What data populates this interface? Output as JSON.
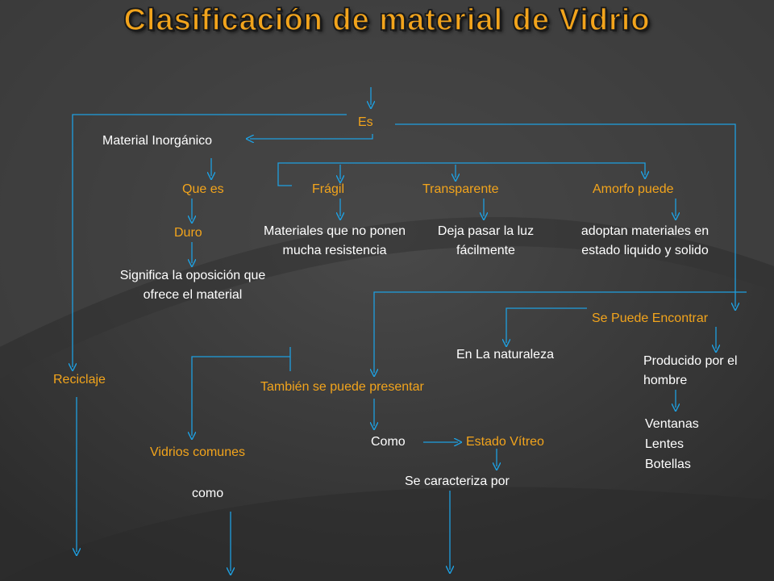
{
  "title": "Clasificación de material de Vidrio",
  "colors": {
    "accent": "#f2a41c",
    "text": "#ffffff",
    "connector": "#1e9fe0",
    "background": "#3a3a3a"
  },
  "nodes": {
    "es": "Es",
    "material_inorganico": "Material Inorgánico",
    "que_es": "Que es",
    "fragil": "Frágil",
    "transparente": "Transparente",
    "amorfo": "Amorfo puede",
    "duro": "Duro",
    "fragil_desc": "Materiales que no ponen mucha resistencia",
    "transparente_desc": "Deja pasar la luz fácilmente",
    "amorfo_desc": "adoptan materiales en estado liquido y solido",
    "duro_desc": "Significa la oposición que ofrece el  material",
    "se_puede_encontrar": "Se Puede Encontrar",
    "naturaleza": "En La naturaleza",
    "producido": "Producido por el hombre",
    "productos": "Ventanas Lentes Botellas",
    "reciclaje": "Reciclaje",
    "tambien": "También se puede presentar",
    "vidrios_comunes": "Vidrios comunes",
    "como_upper": "Como",
    "estado_vitreo": "Estado Vítreo",
    "se_caracteriza": "Se caracteriza por",
    "como_lower": "como"
  }
}
